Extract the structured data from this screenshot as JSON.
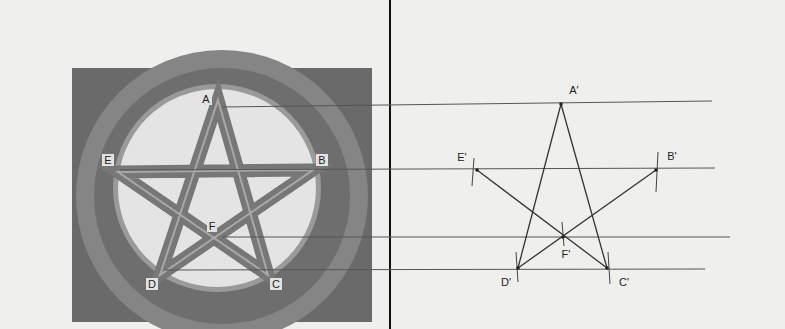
{
  "diagram": {
    "labels": [
      "A",
      "E",
      "B",
      "F",
      "D",
      "C",
      "A'",
      "E'",
      "B'",
      "F'",
      "D'",
      "C'"
    ]
  }
}
